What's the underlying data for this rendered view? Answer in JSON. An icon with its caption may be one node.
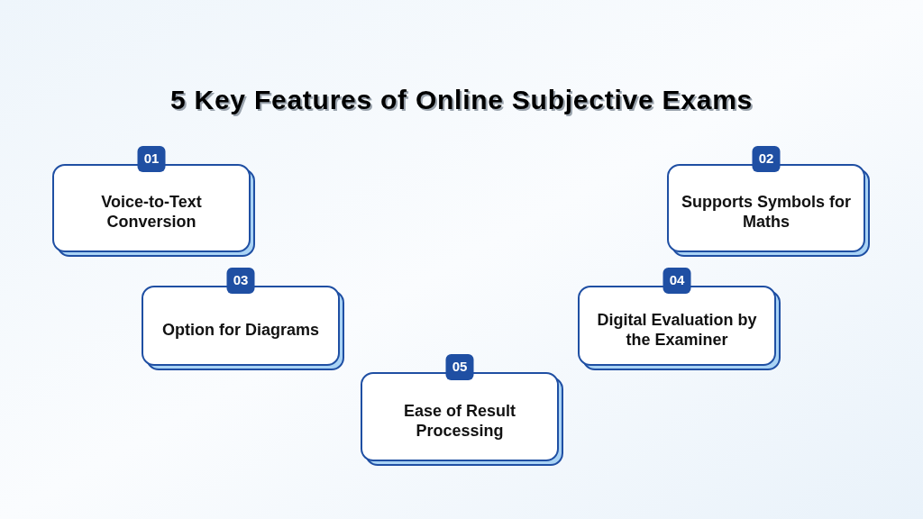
{
  "diagram": {
    "title": "5 Key Features of Online Subjective Exams",
    "nodes": [
      {
        "text": [
          "01",
          "Voice-to-Text Conversion"
        ]
      },
      {
        "text": [
          "02",
          "Supports Symbols for Maths"
        ]
      },
      {
        "text": [
          "03",
          "Option for Diagrams"
        ]
      },
      {
        "text": [
          "04",
          "Digital Evaluation by the Examiner"
        ]
      },
      {
        "text": [
          "05",
          "Ease of Result Processing"
        ]
      }
    ]
  }
}
